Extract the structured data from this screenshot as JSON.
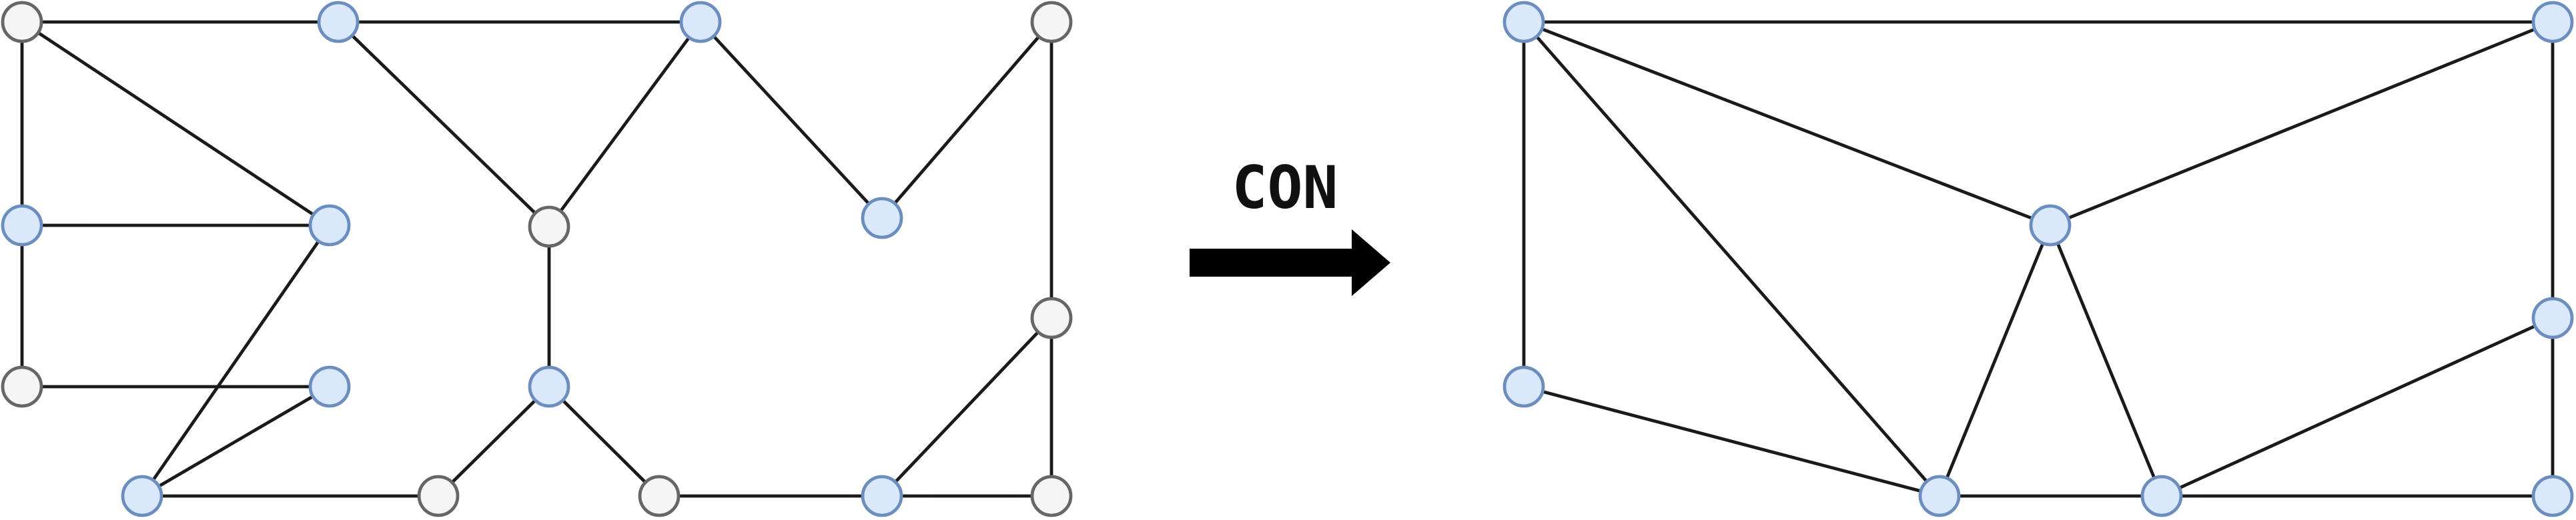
{
  "transform": {
    "label": "CON"
  },
  "colors": {
    "blue_fill": "#dae8fc",
    "blue_stroke": "#6c8ebf",
    "gray_fill": "#f5f5f5",
    "gray_stroke": "#666666",
    "edge": "#1a1a1a"
  },
  "graphs": [
    {
      "id": "input-graph",
      "nodes": [
        {
          "id": "a",
          "kind": "gray"
        },
        {
          "id": "b",
          "kind": "blue"
        },
        {
          "id": "c",
          "kind": "blue"
        },
        {
          "id": "d",
          "kind": "gray"
        },
        {
          "id": "e",
          "kind": "blue"
        },
        {
          "id": "f",
          "kind": "blue"
        },
        {
          "id": "g",
          "kind": "gray"
        },
        {
          "id": "h",
          "kind": "blue"
        },
        {
          "id": "i",
          "kind": "gray"
        },
        {
          "id": "j",
          "kind": "gray"
        },
        {
          "id": "k",
          "kind": "blue"
        },
        {
          "id": "l",
          "kind": "blue"
        },
        {
          "id": "m",
          "kind": "gray"
        },
        {
          "id": "n",
          "kind": "blue"
        },
        {
          "id": "o",
          "kind": "blue"
        },
        {
          "id": "p",
          "kind": "gray"
        },
        {
          "id": "q",
          "kind": "gray"
        },
        {
          "id": "r",
          "kind": "blue"
        },
        {
          "id": "s",
          "kind": "gray"
        }
      ],
      "edges": [
        [
          "a",
          "b"
        ],
        [
          "b",
          "c"
        ],
        [
          "a",
          "e"
        ],
        [
          "a",
          "f"
        ],
        [
          "e",
          "f"
        ],
        [
          "e",
          "j"
        ],
        [
          "j",
          "k"
        ],
        [
          "k",
          "l"
        ],
        [
          "f",
          "l"
        ],
        [
          "l",
          "m"
        ],
        [
          "m",
          "n"
        ],
        [
          "b",
          "g"
        ],
        [
          "g",
          "n"
        ],
        [
          "c",
          "g"
        ],
        [
          "c",
          "h"
        ],
        [
          "h",
          "d"
        ],
        [
          "d",
          "i"
        ],
        [
          "i",
          "s"
        ],
        [
          "n",
          "q"
        ],
        [
          "q",
          "r"
        ],
        [
          "r",
          "s"
        ],
        [
          "r",
          "i"
        ]
      ]
    },
    {
      "id": "output-graph",
      "nodes": [
        {
          "id": "A",
          "kind": "blue"
        },
        {
          "id": "B",
          "kind": "blue"
        },
        {
          "id": "C",
          "kind": "blue"
        },
        {
          "id": "D",
          "kind": "blue"
        },
        {
          "id": "E",
          "kind": "blue"
        },
        {
          "id": "F",
          "kind": "blue"
        },
        {
          "id": "G",
          "kind": "blue"
        },
        {
          "id": "H",
          "kind": "blue"
        }
      ],
      "edges": [
        [
          "A",
          "B"
        ],
        [
          "A",
          "D"
        ],
        [
          "A",
          "C"
        ],
        [
          "A",
          "F"
        ],
        [
          "B",
          "C"
        ],
        [
          "B",
          "E"
        ],
        [
          "C",
          "F"
        ],
        [
          "C",
          "G"
        ],
        [
          "D",
          "F"
        ],
        [
          "F",
          "G"
        ],
        [
          "G",
          "E"
        ],
        [
          "G",
          "H"
        ],
        [
          "E",
          "H"
        ]
      ]
    }
  ]
}
